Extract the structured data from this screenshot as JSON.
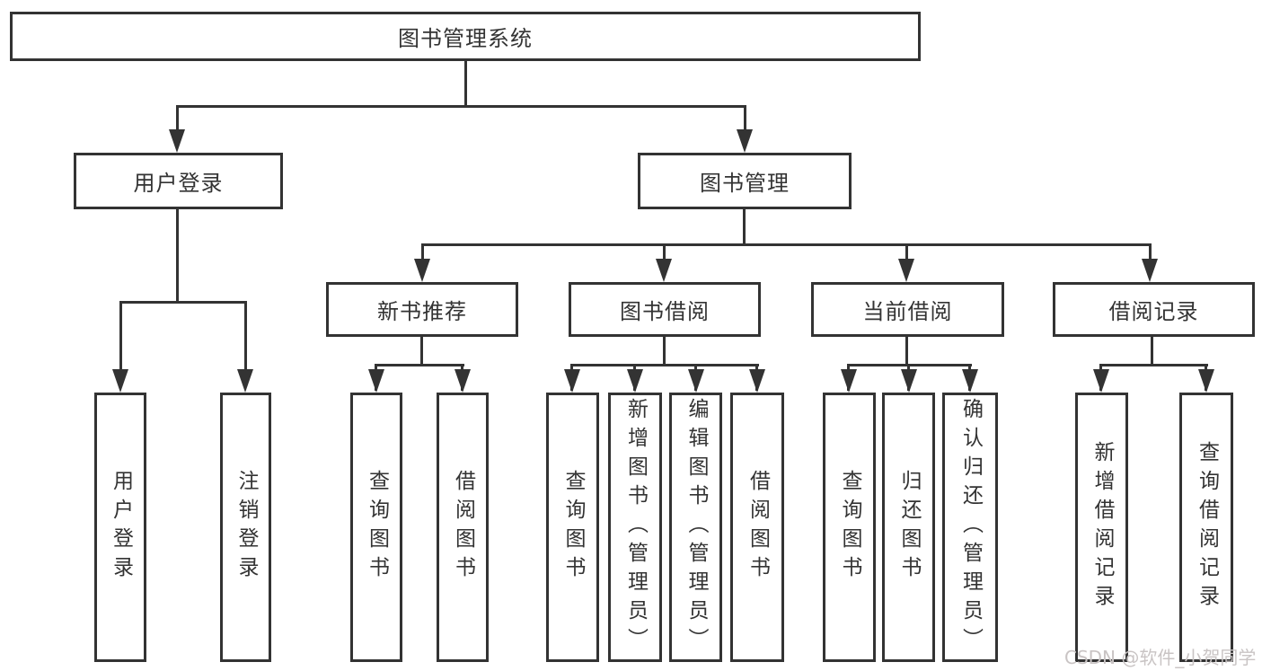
{
  "diagram": {
    "root": {
      "label": "图书管理系统"
    },
    "level2": [
      {
        "id": "user-login",
        "label": "用户登录"
      },
      {
        "id": "book-management",
        "label": "图书管理"
      }
    ],
    "level3": [
      {
        "id": "new-book-recommendation",
        "label": "新书推荐",
        "parent": "book-management"
      },
      {
        "id": "book-borrowing",
        "label": "图书借阅",
        "parent": "book-management"
      },
      {
        "id": "current-borrowing",
        "label": "当前借阅",
        "parent": "book-management"
      },
      {
        "id": "borrowing-records",
        "label": "借阅记录",
        "parent": "book-management"
      }
    ],
    "leaves": [
      {
        "label": "用户登录",
        "parent": "user-login"
      },
      {
        "label": "注销登录",
        "parent": "user-login"
      },
      {
        "label": "查询图书",
        "parent": "new-book-recommendation"
      },
      {
        "label": "借阅图书",
        "parent": "new-book-recommendation"
      },
      {
        "label": "查询图书",
        "parent": "book-borrowing"
      },
      {
        "label": "新增图书（管理员）",
        "parent": "book-borrowing"
      },
      {
        "label": "编辑图书（管理员）",
        "parent": "book-borrowing"
      },
      {
        "label": "借阅图书",
        "parent": "book-borrowing"
      },
      {
        "label": "查询图书",
        "parent": "current-borrowing"
      },
      {
        "label": "归还图书",
        "parent": "current-borrowing"
      },
      {
        "label": "确认归还（管理员）",
        "parent": "current-borrowing"
      },
      {
        "label": "新增借阅记录",
        "parent": "borrowing-records"
      },
      {
        "label": "查询借阅记录",
        "parent": "borrowing-records"
      }
    ],
    "watermark": "CSDN @软件_小贺同学",
    "colors": {
      "line": "#333333",
      "text": "#333333",
      "watermark": "#c9c4c4",
      "background": "#ffffff"
    }
  }
}
